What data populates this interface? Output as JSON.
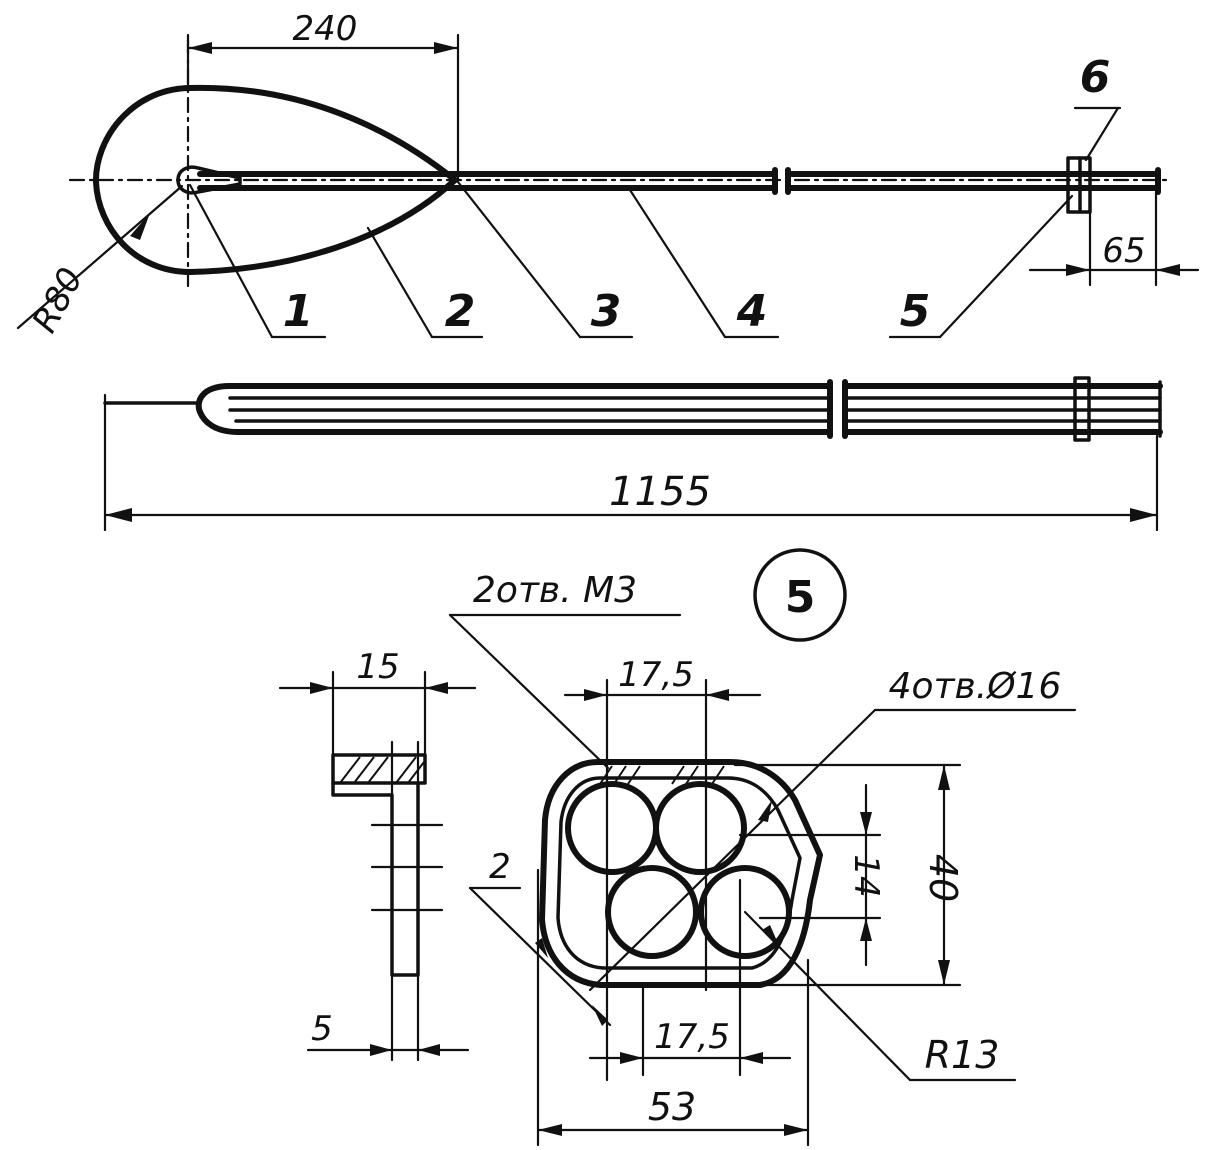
{
  "dimensions": {
    "d240": "240",
    "r80": "R80",
    "d65": "65",
    "d1155": "1155",
    "d15": "15",
    "d5": "5",
    "d2": "2",
    "d17_5_top": "17,5",
    "d17_5_bottom": "17,5",
    "d14": "14",
    "d40": "40",
    "d53": "53",
    "r13": "R13"
  },
  "parts": {
    "p1": "1",
    "p2": "2",
    "p3": "3",
    "p4": "4",
    "p5": "5",
    "p6": "6"
  },
  "notes": {
    "holes_m3": "2отв. М3",
    "holes_d16": "4отв.Ø16",
    "detail_marker": "5"
  }
}
